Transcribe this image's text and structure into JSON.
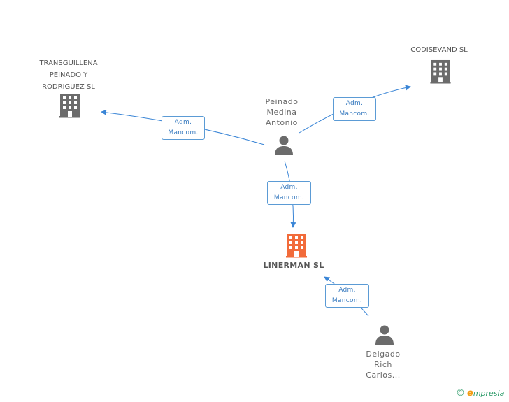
{
  "nodes": {
    "transguillena": {
      "label": "TRANSGUILLENA\nPEINADO Y\nRODRIGUEZ SL",
      "kind": "company"
    },
    "codisevand": {
      "label": "CODISEVAND SL",
      "kind": "company"
    },
    "linerman": {
      "label": "LINERMAN SL",
      "kind": "company-main"
    },
    "peinado": {
      "label": "Peinado\nMedina\nAntonio",
      "kind": "person"
    },
    "delgado": {
      "label": "Delgado\nRich\nCarlos...",
      "kind": "person"
    }
  },
  "edges": [
    {
      "id": "e1",
      "from": "peinado",
      "to": "transguillena",
      "line1": "Adm.",
      "line2": "Mancom."
    },
    {
      "id": "e2",
      "from": "peinado",
      "to": "codisevand",
      "line1": "Adm.",
      "line2": "Mancom."
    },
    {
      "id": "e3",
      "from": "peinado",
      "to": "linerman",
      "line1": "Adm.",
      "line2": "Mancom."
    },
    {
      "id": "e4",
      "from": "delgado",
      "to": "linerman",
      "line1": "Adm.",
      "line2": "Mancom."
    }
  ],
  "colors": {
    "company": "#6b6b6b",
    "company_main": "#f26b3a",
    "person": "#6b6b6b",
    "edge": "#3a85d6"
  },
  "footer": {
    "copyright": "©",
    "brand_initial": "e",
    "brand_rest": "mpresia"
  }
}
